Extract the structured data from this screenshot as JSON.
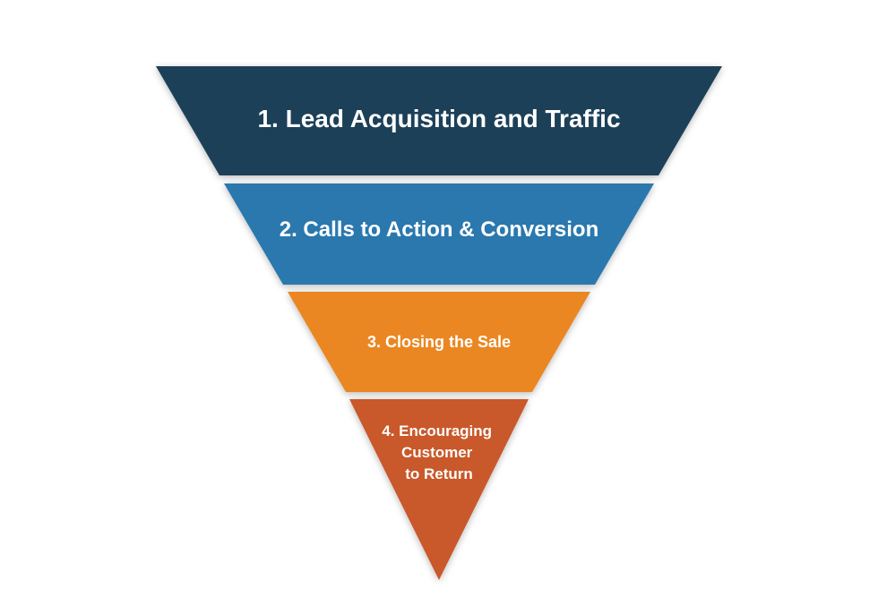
{
  "funnel": {
    "stages": [
      {
        "label": "1. Lead Acquisition and Traffic",
        "lines": [
          "1. Lead Acquisition and Traffic"
        ],
        "color": "#1c4058"
      },
      {
        "label": "2. Calls to Action & Conversion",
        "lines": [
          "2. Calls to Action & Conversion"
        ],
        "color": "#2c78ae"
      },
      {
        "label": "3. Closing the Sale",
        "lines": [
          "3. Closing the Sale"
        ],
        "color": "#ea8722"
      },
      {
        "label": "4. Encouraging Customer to Return",
        "lines": [
          "4. Encouraging",
          "Customer",
          "to Return"
        ],
        "color": "#c9582a"
      }
    ],
    "separator_color": "#ffffff"
  }
}
